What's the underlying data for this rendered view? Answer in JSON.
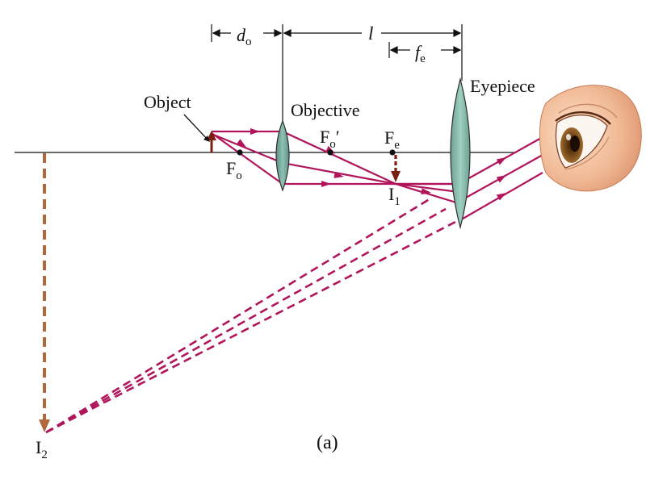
{
  "figure_label": "(a)",
  "labels": {
    "object": "Object",
    "objective": "Objective",
    "eyepiece": "Eyepiece",
    "focal_objective": {
      "base": "F",
      "sub": "o"
    },
    "focal_objective_prime": {
      "base": "F",
      "sub": "o",
      "prime": "′"
    },
    "focal_eyepiece": {
      "base": "F",
      "sub": "e"
    },
    "image_1": {
      "base": "I",
      "sub": "1"
    },
    "image_2": {
      "base": "I",
      "sub": "2"
    }
  },
  "dimensions": {
    "object_distance": {
      "base": "d",
      "sub": "o"
    },
    "lens_separation": {
      "base": "l"
    },
    "eyepiece_focal_length": {
      "base": "f",
      "sub": "e"
    }
  },
  "colors": {
    "ray": "#b0145a",
    "optical_axis": "#111111",
    "lens_fill": "#7fb3a5",
    "lens_stroke": "#2d2d2d",
    "object_arrow": "#7a1f12",
    "image_arrow": "#b0673c",
    "dimension": "#111111",
    "skin": "#f2c3a0",
    "iris": "#7a4a1e"
  }
}
